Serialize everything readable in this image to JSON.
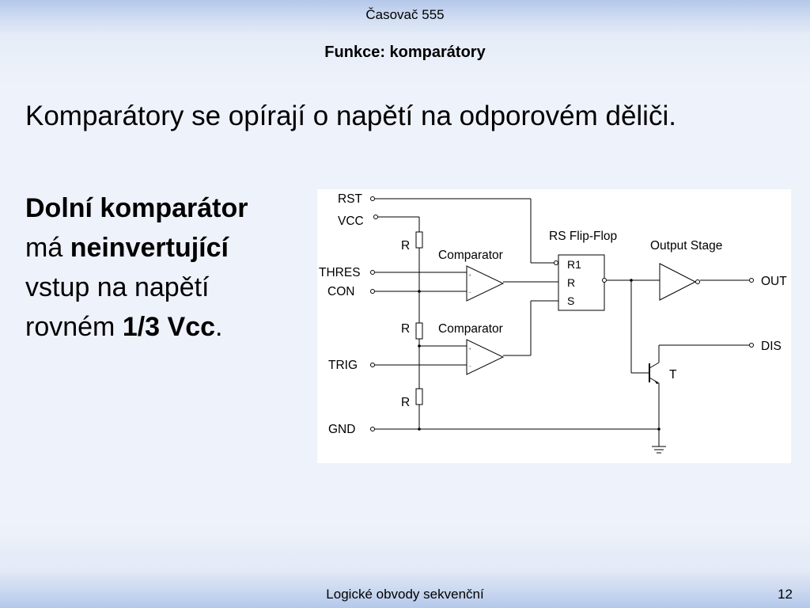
{
  "header": {
    "title": "Časovač 555"
  },
  "slide": {
    "title": "Funkce: komparátory",
    "sentence": "Komparátory se opírají o napětí na odporovém děliči.",
    "bullet": {
      "part1_bold": "Dolní komparátor",
      "part2": "má",
      "part3_bold": "neinvertující",
      "part4": "vstup na napětí",
      "part5": "rovném",
      "part6_bold": "1/3 Vcc",
      "part7": "."
    }
  },
  "diagram": {
    "pins": {
      "rst": "RST",
      "vcc": "VCC",
      "thres": "THRES",
      "con": "CON",
      "trig": "TRIG",
      "gnd": "GND",
      "out": "OUT",
      "dis": "DIS"
    },
    "resistor_label": "R",
    "comparator_label": "Comparator",
    "flipflop_label": "RS Flip-Flop",
    "flipflop_pins": {
      "r1": "R1",
      "r": "R",
      "s": "S"
    },
    "output_stage_label": "Output Stage",
    "transistor_label": "T",
    "plus_sign": "+",
    "minus_sign": "−"
  },
  "footer": {
    "text": "Logické obvody sekvenční",
    "page": "12"
  }
}
